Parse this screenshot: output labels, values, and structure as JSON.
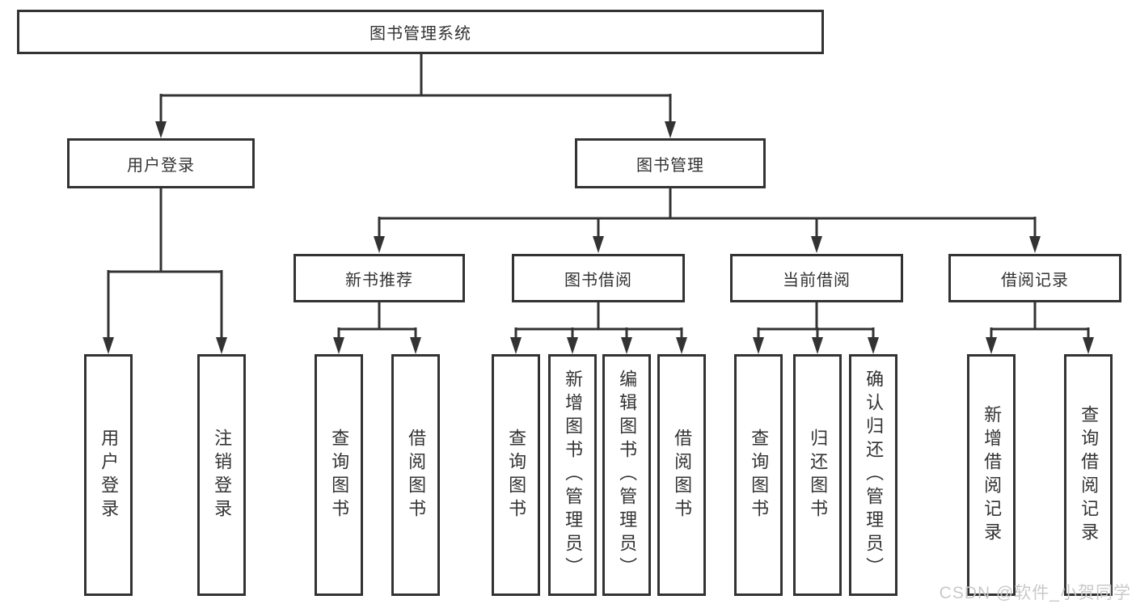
{
  "tree": {
    "root": "图书管理系统",
    "branches": [
      {
        "label": "用户登录",
        "leaves": [
          "用户登录",
          "注销登录"
        ]
      },
      {
        "label": "图书管理",
        "children": [
          {
            "label": "新书推荐",
            "leaves": [
              "查询图书",
              "借阅图书"
            ]
          },
          {
            "label": "图书借阅",
            "leaves": [
              "查询图书",
              "新增图书（管理员）",
              "编辑图书（管理员）",
              "借阅图书"
            ]
          },
          {
            "label": "当前借阅",
            "leaves": [
              "查询图书",
              "归还图书",
              "确认归还（管理员）"
            ]
          },
          {
            "label": "借阅记录",
            "leaves": [
              "新增借阅记录",
              "查询借阅记录"
            ]
          }
        ]
      }
    ]
  },
  "watermark": "CSDN @软件_小贺同学",
  "colors": {
    "line": "#333333",
    "text": "#333333",
    "background": "#ffffff",
    "watermark": "#c9c9c9"
  }
}
